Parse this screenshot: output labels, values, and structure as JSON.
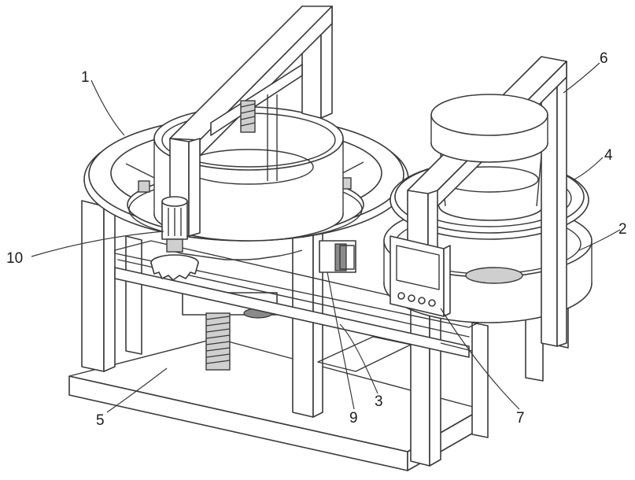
{
  "labels": [
    "1",
    "2",
    "3",
    "4",
    "5",
    "6",
    "7",
    "9",
    "10"
  ],
  "colors": {
    "line": "#3a3a3a",
    "shade": "#cfcfcf",
    "dark": "#8a8a8a",
    "background": "#ffffff"
  }
}
